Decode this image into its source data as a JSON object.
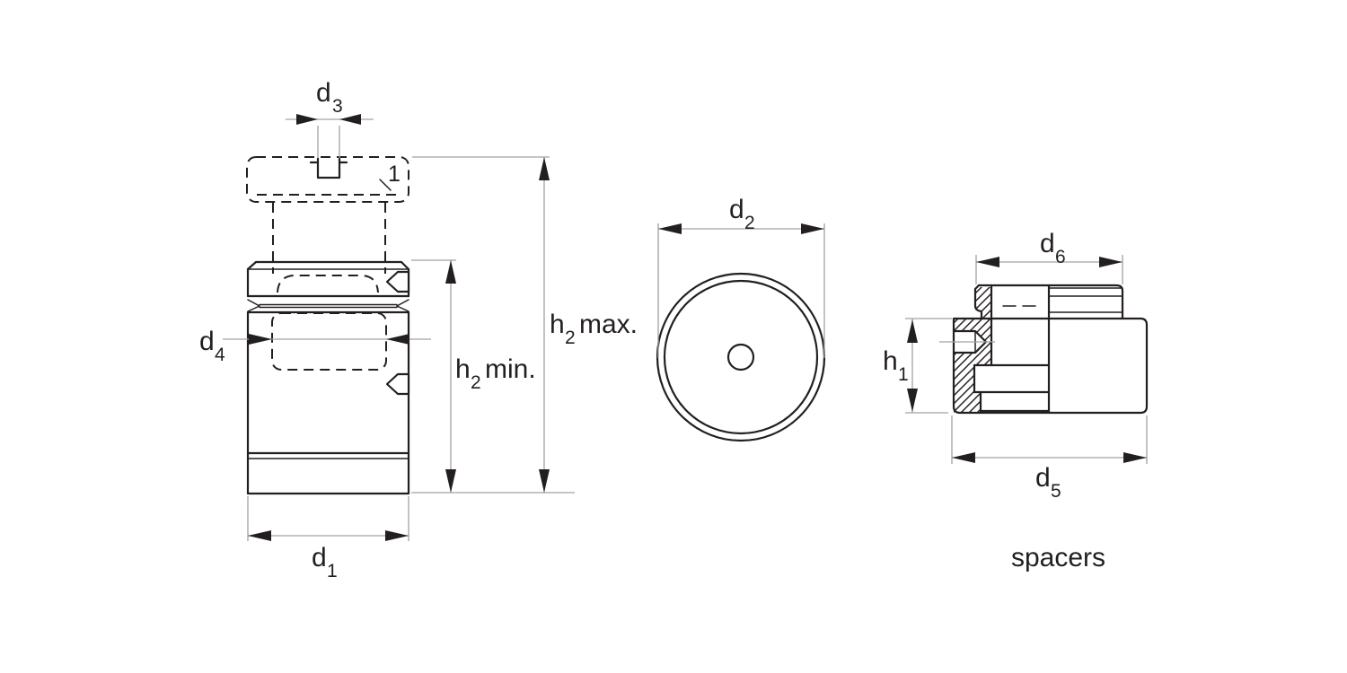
{
  "diagram": {
    "type": "technical-drawing",
    "caption": "spacers",
    "callout": "1",
    "labels": {
      "d1": {
        "base": "d",
        "sub": "1"
      },
      "d2": {
        "base": "d",
        "sub": "2"
      },
      "d3": {
        "base": "d",
        "sub": "3"
      },
      "d4": {
        "base": "d",
        "sub": "4"
      },
      "d5": {
        "base": "d",
        "sub": "5"
      },
      "d6": {
        "base": "d",
        "sub": "6"
      },
      "h1": {
        "base": "h",
        "sub": "1"
      },
      "h2min": {
        "base": "h",
        "sub": "2",
        "suffix": "min."
      },
      "h2max": {
        "base": "h",
        "sub": "2",
        "suffix": "max."
      }
    },
    "colors": {
      "line": "#231f20",
      "dim": "#a0a2a5",
      "bg": "#ffffff"
    }
  }
}
